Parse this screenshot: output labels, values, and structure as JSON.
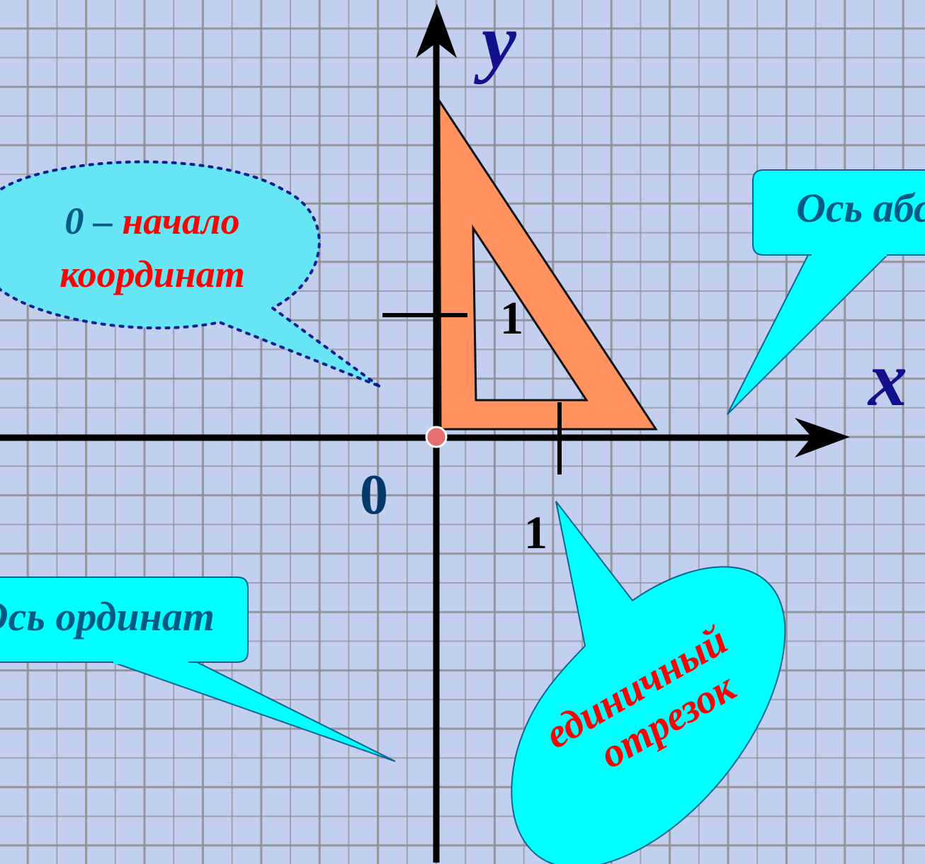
{
  "axes": {
    "x_label": "x",
    "y_label": "y",
    "origin_label": "0",
    "unit_label_x": "1",
    "unit_label_y": "1"
  },
  "callouts": {
    "origin": {
      "prefix": "0 – ",
      "highlight": "начало",
      "line2": "координат"
    },
    "abscissa": {
      "text": "Ось абсцисс"
    },
    "ordinate": {
      "text": "Ось ординат"
    },
    "unit_segment": {
      "line1": "единичный",
      "line2": "отрезок"
    }
  },
  "colors": {
    "background": "#c3cfee",
    "grid_line": "#8f8f95",
    "axis": "#000000",
    "triangle_fill": "#ff925f",
    "callout_fill": "#00ffff",
    "origin_bubble_fill": "#66e6f4",
    "callout_text_blue": "#005a84",
    "callout_text_red": "#ff0000",
    "axis_letter_color": "#12108f",
    "number_color": "#003a6b",
    "origin_point": "#e56f6f"
  }
}
